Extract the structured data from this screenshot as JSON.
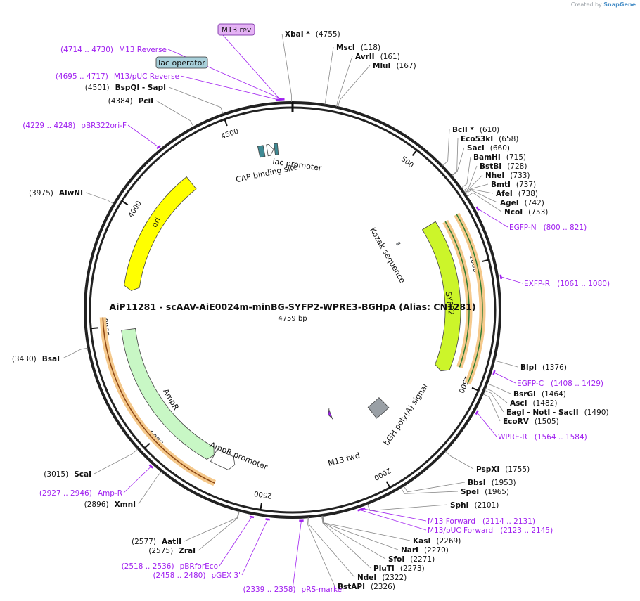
{
  "credit": {
    "prefix": "Created by",
    "brand": "SnapGene"
  },
  "plasmid": {
    "title": "AiP11281 - scAAV-AiE0024m-minBG-SYFP2-WPRE3-BGHpA (Alias: CN1281)",
    "size_label": "4759 bp",
    "length": 4759
  },
  "colors": {
    "backbone": "#222222",
    "ori": "#ffff00",
    "syfp2": "#ccf52a",
    "ampr": "#c8f7c5",
    "primer": "#a020f0",
    "orf_highlight": "#f5c98c",
    "orf_line_syfp2": "#2e7d32",
    "orf_line_ampr": "#8b4513",
    "feature_grey": "#9aa0a6",
    "callout_box_magenta": "#e5b3f5",
    "callout_box_teal": "#a8d0da"
  },
  "ticks": [
    {
      "pos": 500,
      "label": "500"
    },
    {
      "pos": 1000,
      "label": "1000"
    },
    {
      "pos": 1500,
      "label": "1500"
    },
    {
      "pos": 2000,
      "label": "2000"
    },
    {
      "pos": 2500,
      "label": "2500"
    },
    {
      "pos": 3000,
      "label": "3000"
    },
    {
      "pos": 3500,
      "label": "3500"
    },
    {
      "pos": 4000,
      "label": "4000"
    },
    {
      "pos": 4500,
      "label": "4500"
    }
  ],
  "features": [
    {
      "name": "ori",
      "label": "ori",
      "start": 3660,
      "end": 4250,
      "dir": -1,
      "color": "#ffff00"
    },
    {
      "name": "syfp2",
      "label": "SYFP2",
      "start": 770,
      "end": 1485,
      "dir": 1,
      "color": "#ccf52a"
    },
    {
      "name": "ampr",
      "label": "AmpR",
      "start": 2755,
      "end": 3480,
      "dir": -1,
      "color": "#c8f7c5"
    },
    {
      "name": "ampr-promoter",
      "label": "AmpR promoter",
      "start": 2650,
      "end": 2755,
      "dir": -1,
      "color": "#ffffff"
    },
    {
      "name": "bgh-polya",
      "label": "bGH poly(A) signal",
      "start": 1790,
      "end": 1880,
      "dir": 0,
      "color": "#9aa0a6"
    },
    {
      "name": "kozak",
      "label": "Kozak sequence",
      "start": 760,
      "end": 770,
      "dir": 0,
      "color": "#9aa0a6"
    },
    {
      "name": "lac-promoter",
      "label": "lac promoter",
      "start": 4640,
      "end": 4670,
      "dir": 1,
      "color": "#ffffff"
    },
    {
      "name": "cap-site",
      "label": "CAP binding site",
      "start": 4600,
      "end": 4625,
      "dir": 0,
      "color": "#3f8a94"
    },
    {
      "name": "lac-operator",
      "label": "lac operator",
      "start": 4675,
      "end": 4690,
      "dir": 0,
      "color": "#3f8a94"
    },
    {
      "name": "m13-fwd",
      "label": "M13 fwd",
      "start": 2114,
      "end": 2131,
      "dir": 1,
      "color": "#a020f0"
    }
  ],
  "sites": [
    {
      "label": "XbaI *",
      "pos_label": "(4755)",
      "pos": 4755
    },
    {
      "label": "MscI",
      "pos_label": "(118)",
      "pos": 118
    },
    {
      "label": "AvrII",
      "pos_label": "(161)",
      "pos": 161
    },
    {
      "label": "MluI",
      "pos_label": "(167)",
      "pos": 167
    },
    {
      "label": "BclI *",
      "pos_label": "(610)",
      "pos": 610
    },
    {
      "label": "Eco53kI",
      "pos_label": "(658)",
      "pos": 658
    },
    {
      "label": "SacI",
      "pos_label": "(660)",
      "pos": 660
    },
    {
      "label": "BamHI",
      "pos_label": "(715)",
      "pos": 715
    },
    {
      "label": "BstBI",
      "pos_label": "(728)",
      "pos": 728
    },
    {
      "label": "NheI",
      "pos_label": "(733)",
      "pos": 733
    },
    {
      "label": "BmtI",
      "pos_label": "(737)",
      "pos": 737
    },
    {
      "label": "AfeI",
      "pos_label": "(738)",
      "pos": 738
    },
    {
      "label": "AgeI",
      "pos_label": "(742)",
      "pos": 742
    },
    {
      "label": "NcoI",
      "pos_label": "(753)",
      "pos": 753
    },
    {
      "label": "BlpI",
      "pos_label": "(1376)",
      "pos": 1376
    },
    {
      "label": "BsrGI",
      "pos_label": "(1464)",
      "pos": 1464
    },
    {
      "label": "AscI",
      "pos_label": "(1482)",
      "pos": 1482
    },
    {
      "label": "EagI  -  NotI  -  SacII",
      "pos_label": "(1490)",
      "pos": 1490
    },
    {
      "label": "EcoRV",
      "pos_label": "(1505)",
      "pos": 1505
    },
    {
      "label": "PspXI",
      "pos_label": "(1755)",
      "pos": 1755
    },
    {
      "label": "BbsI",
      "pos_label": "(1953)",
      "pos": 1953
    },
    {
      "label": "SpeI",
      "pos_label": "(1965)",
      "pos": 1965
    },
    {
      "label": "SphI",
      "pos_label": "(2101)",
      "pos": 2101
    },
    {
      "label": "KasI",
      "pos_label": "(2269)",
      "pos": 2269
    },
    {
      "label": "NarI",
      "pos_label": "(2270)",
      "pos": 2270
    },
    {
      "label": "SfoI",
      "pos_label": "(2271)",
      "pos": 2271
    },
    {
      "label": "PluTI",
      "pos_label": "(2273)",
      "pos": 2273
    },
    {
      "label": "NdeI",
      "pos_label": "(2322)",
      "pos": 2322
    },
    {
      "label": "BstAPI",
      "pos_label": "(2326)",
      "pos": 2326
    },
    {
      "label": "AatII",
      "pos_label": "(2577)",
      "pos": 2577
    },
    {
      "label": "ZraI",
      "pos_label": "(2575)",
      "pos": 2575
    },
    {
      "label": "XmnI",
      "pos_label": "(2896)",
      "pos": 2896
    },
    {
      "label": "ScaI",
      "pos_label": "(3015)",
      "pos": 3015
    },
    {
      "label": "BsaI",
      "pos_label": "(3430)",
      "pos": 3430
    },
    {
      "label": "AlwNI",
      "pos_label": "(3975)",
      "pos": 3975
    },
    {
      "label": "PciI",
      "pos_label": "(4384)",
      "pos": 4384
    },
    {
      "label": "BspQI  -  SapI",
      "pos_label": "(4501)",
      "pos": 4501
    }
  ],
  "primers": [
    {
      "label": "M13 rev",
      "pos": 4714,
      "boxed": true
    },
    {
      "label": "M13 Reverse",
      "range": "(4714 .. 4730)",
      "pos": 4722
    },
    {
      "label": "M13/pUC Reverse",
      "range": "(4695 .. 4717)",
      "pos": 4706
    },
    {
      "label": "pBR322ori-F",
      "range": "(4229 .. 4248)",
      "pos": 4238
    },
    {
      "label": "EGFP-N",
      "range": "(800 .. 821)",
      "pos": 810
    },
    {
      "label": "EXFP-R",
      "range": "(1061 .. 1080)",
      "pos": 1070
    },
    {
      "label": "EGFP-C",
      "range": "(1408 .. 1429)",
      "pos": 1418
    },
    {
      "label": "WPRE-R",
      "range": "(1564 .. 1584)",
      "pos": 1574
    },
    {
      "label": "M13 Forward",
      "range": "(2114 .. 2131)",
      "pos": 2122
    },
    {
      "label": "M13/pUC Forward",
      "range": "(2123 .. 2145)",
      "pos": 2134
    },
    {
      "label": "pRS-marker",
      "range": "(2339 .. 2358)",
      "pos": 2348
    },
    {
      "label": "pGEX 3'",
      "range": "(2458 .. 2480)",
      "pos": 2469
    },
    {
      "label": "pBRforEco",
      "range": "(2518 .. 2536)",
      "pos": 2527
    },
    {
      "label": "Amp-R",
      "range": "(2927 .. 2946)",
      "pos": 2936
    }
  ],
  "callouts": {
    "lac_operator": "lac operator"
  }
}
